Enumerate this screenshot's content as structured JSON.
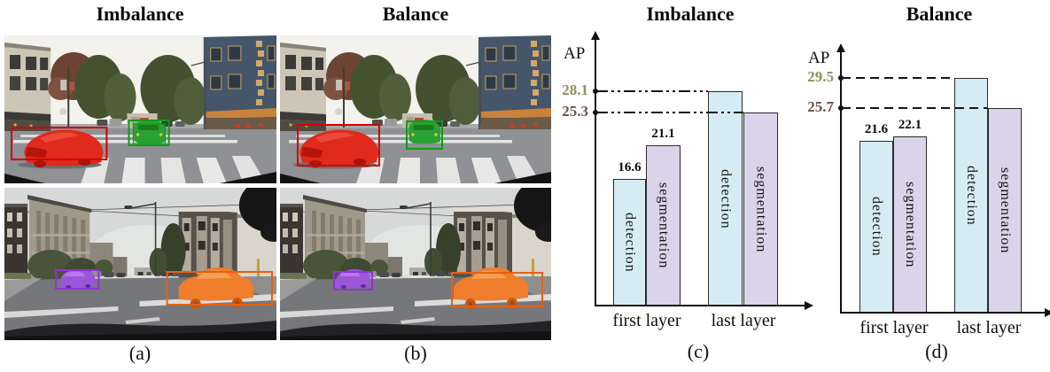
{
  "figure": {
    "panels": [
      {
        "id": "a",
        "title": "Imbalance",
        "caption": "(a)"
      },
      {
        "id": "b",
        "title": "Balance",
        "caption": "(b)"
      }
    ],
    "annotations": {
      "detection_box_colors": {
        "red_car": "#d40000",
        "green_car": "#0b9e14",
        "purple_car": "#9230e0",
        "orange_car": "#e86010"
      },
      "mask_colors": {
        "red_car": "#df2a1c",
        "green_car": "#28a233",
        "purple_car": "#9b57da",
        "orange_car": "#ef7d2c"
      }
    }
  },
  "chart_data": [
    {
      "type": "bar",
      "title": "Imbalance",
      "caption": "(c)",
      "ylabel": "AP",
      "xlabel": "",
      "categories": [
        "first layer",
        "last layer"
      ],
      "series": [
        {
          "name": "detection",
          "color": "#d6ecf5",
          "values": [
            16.6,
            28.1
          ]
        },
        {
          "name": "segmentation",
          "color": "#dad3e9",
          "values": [
            21.1,
            25.3
          ]
        }
      ],
      "value_labels_shown_for": "first layer",
      "axis_marks": [
        {
          "value": 28.1,
          "label": "28.1",
          "color": "#8f8f5e"
        },
        {
          "value": 25.3,
          "label": "25.3",
          "color": "#6e5247"
        }
      ],
      "guide_line_style": "dash-dot-dot",
      "ylim": [
        0,
        35
      ],
      "grid": false,
      "legend": "series names written vertically inside bars"
    },
    {
      "type": "bar",
      "title": "Balance",
      "caption": "(d)",
      "ylabel": "AP",
      "xlabel": "",
      "categories": [
        "first layer",
        "last layer"
      ],
      "series": [
        {
          "name": "detection",
          "color": "#d6ecf5",
          "values": [
            21.6,
            29.5
          ]
        },
        {
          "name": "segmentation",
          "color": "#dad3e9",
          "values": [
            22.1,
            25.7
          ]
        }
      ],
      "value_labels_shown_for": "first layer",
      "axis_marks": [
        {
          "value": 29.5,
          "label": "29.5",
          "color": "#8f8f5e"
        },
        {
          "value": 25.7,
          "label": "25.7",
          "color": "#6e5247"
        }
      ],
      "guide_line_style": "dashed",
      "ylim": [
        0,
        35
      ],
      "grid": false,
      "legend": "series names written vertically inside bars"
    }
  ]
}
